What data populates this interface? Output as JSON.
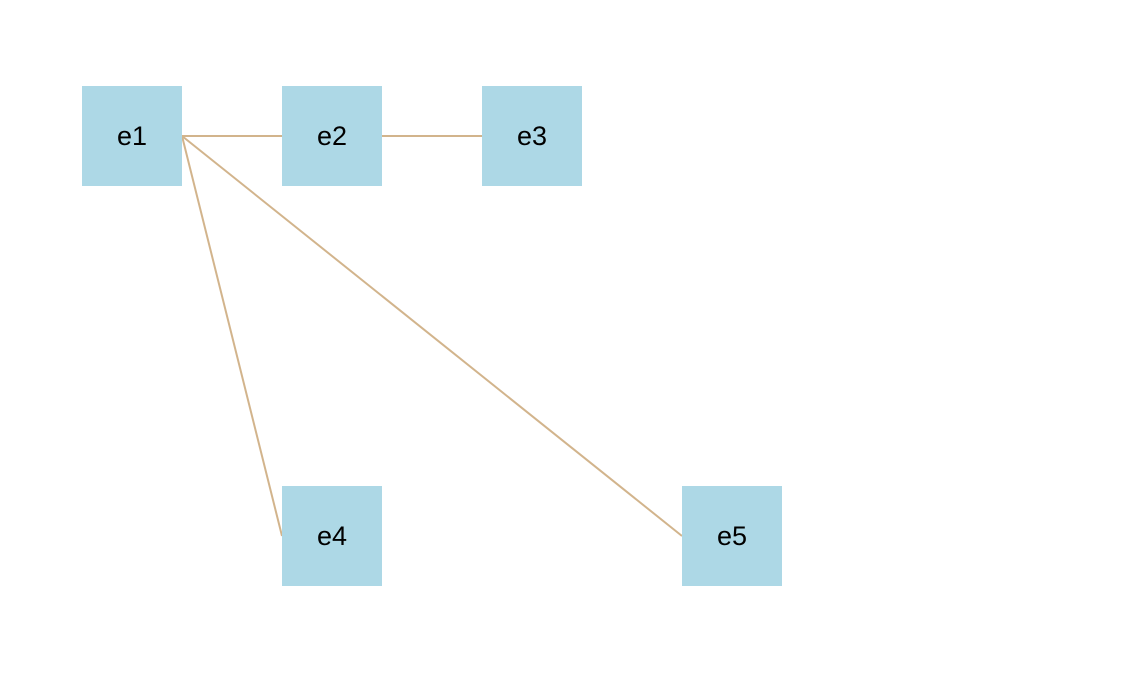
{
  "colors": {
    "node_fill": "#add8e6",
    "edge_stroke": "#d2b48c",
    "background": "#ffffff"
  },
  "nodes": [
    {
      "id": "e1",
      "label": "e1"
    },
    {
      "id": "e2",
      "label": "e2"
    },
    {
      "id": "e3",
      "label": "e3"
    },
    {
      "id": "e4",
      "label": "e4"
    },
    {
      "id": "e5",
      "label": "e5"
    }
  ],
  "edges": [
    {
      "from": "e1",
      "to": "e2"
    },
    {
      "from": "e2",
      "to": "e3"
    },
    {
      "from": "e1",
      "to": "e4"
    },
    {
      "from": "e1",
      "to": "e5"
    }
  ]
}
